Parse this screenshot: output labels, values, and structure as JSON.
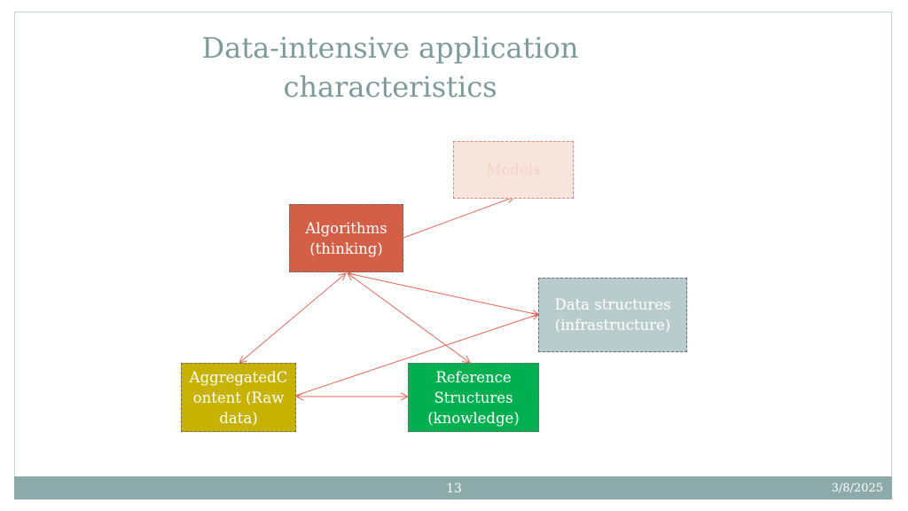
{
  "slide": {
    "title_line1": "Data-intensive application",
    "title_line2": "characteristics",
    "page_number": "13",
    "date": "3/8/2025"
  },
  "nodes": {
    "models": "Models",
    "algorithms_line1": "Algorithms",
    "algorithms_line2": "(thinking)",
    "datastructures_line1": "Data structures",
    "datastructures_line2": "(infrastructure)",
    "aggregated_line1": "AggregatedC",
    "aggregated_line2": "ontent (Raw",
    "aggregated_line3": "data)",
    "reference_line1": "Reference",
    "reference_line2": "Structures",
    "reference_line3": "(knowledge)"
  },
  "colors": {
    "title": "#7e9a9a",
    "footer": "#8caaaa",
    "arrow": "#e06b5a",
    "models": "#f7e4dc",
    "algorithms": "#d35f47",
    "datastructures": "#b8ccce",
    "aggregated": "#c8b200",
    "reference": "#00b050"
  }
}
